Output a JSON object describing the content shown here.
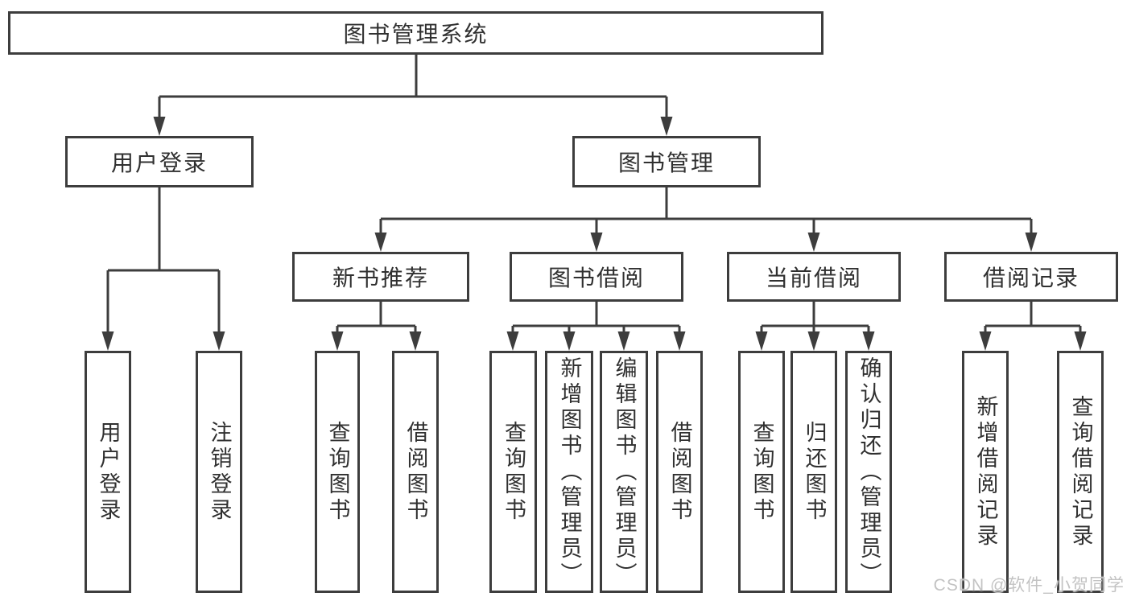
{
  "diagram_title": "图书管理系统",
  "nodes": {
    "root": {
      "label": "图书管理系统"
    },
    "level2": {
      "user_login": {
        "label": "用户登录"
      },
      "book_mgmt": {
        "label": "图书管理"
      }
    },
    "level3": {
      "new_books": {
        "label": "新书推荐"
      },
      "book_borrow": {
        "label": "图书借阅"
      },
      "current_borrow": {
        "label": "当前借阅"
      },
      "borrow_records": {
        "label": "借阅记录"
      }
    },
    "leaves": {
      "user_login": [
        "用户登录",
        "注销登录"
      ],
      "new_books": [
        "查询图书",
        "借阅图书"
      ],
      "book_borrow": [
        "查询图书",
        "新增图书（管理员）",
        "编辑图书（管理员）",
        "借阅图书"
      ],
      "current_borrow": [
        "查询图书",
        "归还图书",
        "确认归还（管理员）"
      ],
      "borrow_records": [
        "新增借阅记录",
        "查询借阅记录"
      ]
    }
  },
  "watermark": "CSDN @软件_小贺同学",
  "colors": {
    "line": "#3d3d3d",
    "text": "#303030",
    "background": "#ffffff",
    "watermark": "#c3c3c3"
  }
}
